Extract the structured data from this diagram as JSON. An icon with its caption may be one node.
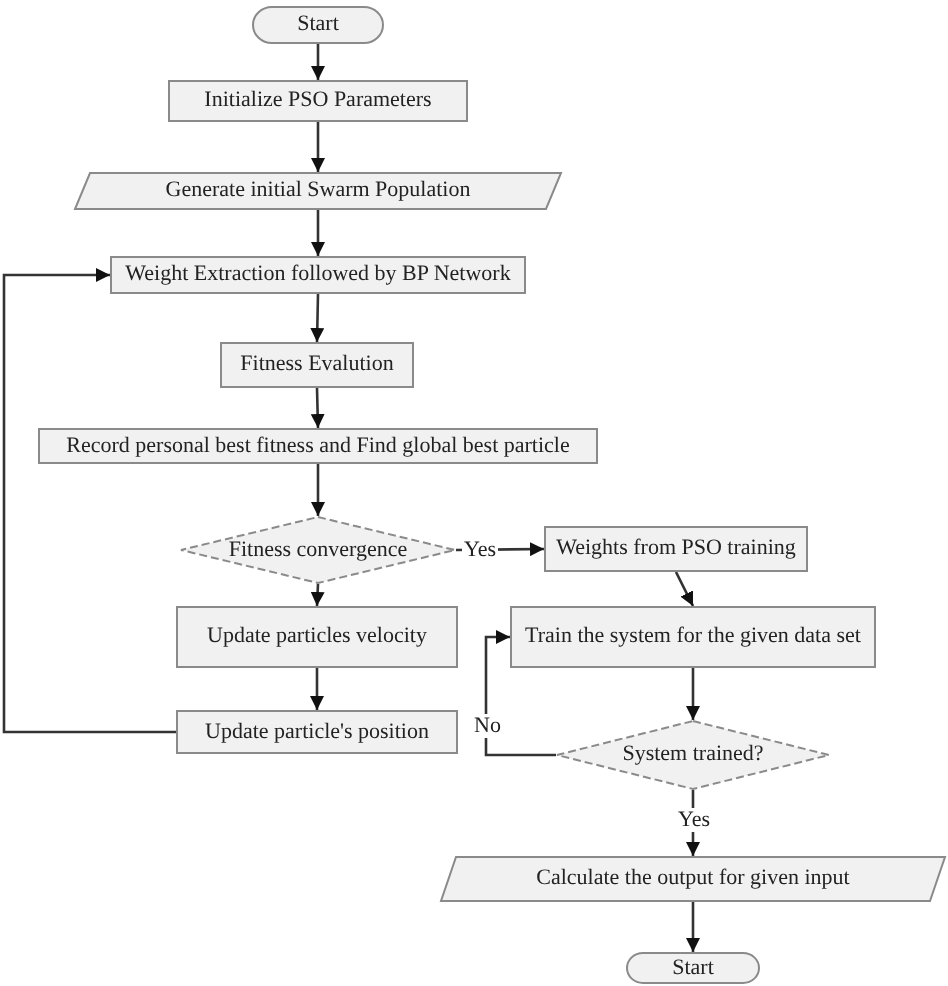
{
  "diagram": {
    "nodes": [
      {
        "text": [
          "Start"
        ]
      },
      {
        "text": [
          "Initialize PSO Parameters"
        ]
      },
      {
        "text": [
          "Generate initial Swarm Population"
        ]
      },
      {
        "text": [
          "Weight Extraction followed by BP Network"
        ]
      },
      {
        "text": [
          "Fitness Evalution"
        ]
      },
      {
        "text": [
          "Record personal best fitness and Find global best particle"
        ]
      },
      {
        "text": [
          "Fitness convergence"
        ]
      },
      {
        "text": [
          "Weights from PSO training"
        ]
      },
      {
        "text": [
          "Update particles velocity"
        ]
      },
      {
        "text": [
          "Train the system for the given data set"
        ]
      },
      {
        "text": [
          "Update particle's position"
        ]
      },
      {
        "text": [
          "System trained?"
        ]
      },
      {
        "text": [
          "Calculate the output for given input"
        ]
      },
      {
        "text": [
          "Start"
        ]
      }
    ],
    "edges": [
      {
        "from": 0,
        "to": 1,
        "arrow": "to"
      },
      {
        "from": 1,
        "to": 2,
        "arrow": "to"
      },
      {
        "from": 2,
        "to": 3,
        "arrow": "to"
      },
      {
        "from": 3,
        "to": 4,
        "arrow": "to"
      },
      {
        "from": 4,
        "to": 5,
        "arrow": "to"
      },
      {
        "from": 5,
        "to": 6,
        "arrow": "to"
      },
      {
        "from": 6,
        "to": 7,
        "arrow": "to",
        "label": "Yes"
      },
      {
        "from": 6,
        "to": 8,
        "arrow": "to"
      },
      {
        "from": 7,
        "to": 9,
        "arrow": "to"
      },
      {
        "from": 8,
        "to": 10,
        "arrow": "to"
      },
      {
        "from": 10,
        "to": 3,
        "arrow": "to"
      },
      {
        "from": 9,
        "to": 11,
        "arrow": "to"
      },
      {
        "from": 11,
        "to": 9,
        "arrow": "to",
        "label": "No"
      },
      {
        "from": 11,
        "to": 12,
        "arrow": "to",
        "label": "Yes"
      },
      {
        "from": 12,
        "to": 13,
        "arrow": "to"
      }
    ]
  }
}
